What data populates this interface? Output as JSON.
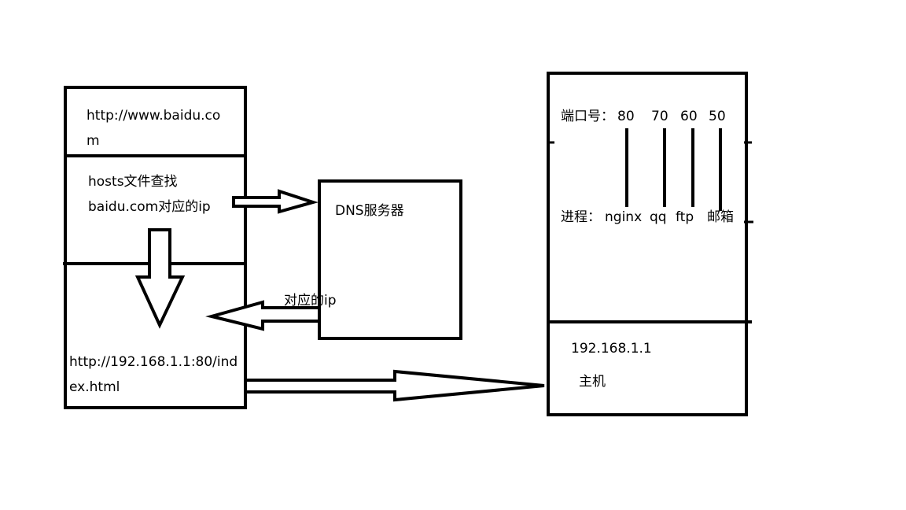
{
  "client": {
    "url_line1": "http://www.baidu.co",
    "url_line2": "m",
    "hosts_line1": "hosts文件查找",
    "hosts_line2": "baidu.com对应的ip",
    "ip_url_line1": "http://192.168.1.1:80/ind",
    "ip_url_line2": "ex.html"
  },
  "dns": {
    "title": "DNS服务器",
    "reply_label": "对应的ip"
  },
  "host": {
    "ports_label": "端口号：",
    "ports": [
      "80",
      "70",
      "60",
      "50"
    ],
    "process_label": "进程：",
    "processes": [
      "nginx",
      "qq",
      "ftp",
      "邮箱"
    ],
    "ip": "192.168.1.1",
    "caption": "主机"
  }
}
